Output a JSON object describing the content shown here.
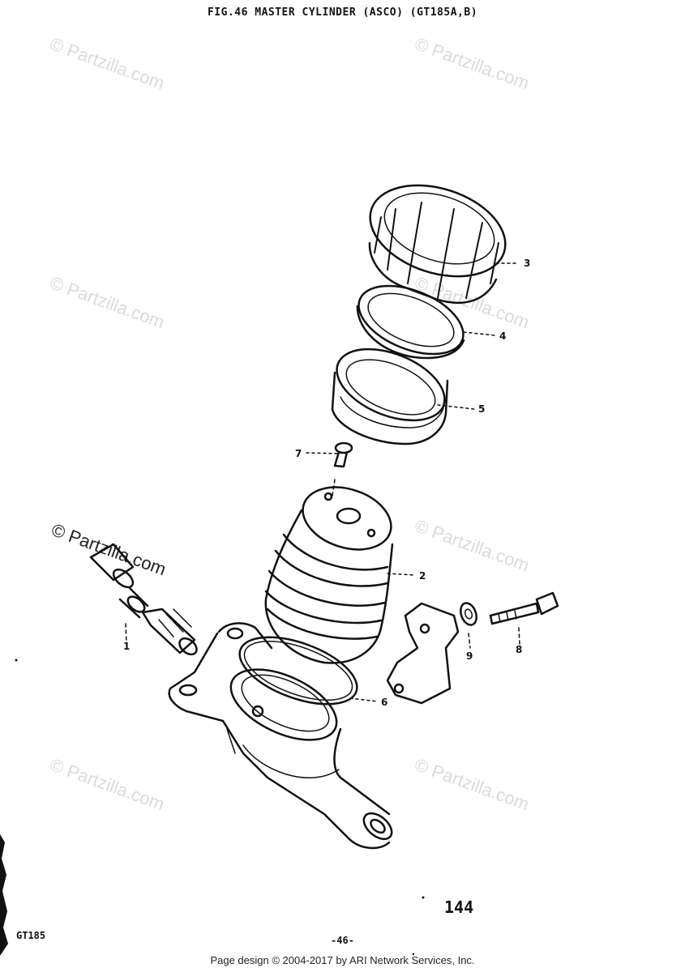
{
  "figure": {
    "title": "FIG.46  MASTER CYLINDER (ASCO) (GT185A,B)",
    "page_number": "144",
    "model": "GT185",
    "page_footer": "-46-"
  },
  "callouts": [
    {
      "id": "part-3",
      "label": "3"
    },
    {
      "id": "part-4",
      "label": "4"
    },
    {
      "id": "part-5",
      "label": "5"
    },
    {
      "id": "part-7",
      "label": "7"
    },
    {
      "id": "part-2",
      "label": "2"
    },
    {
      "id": "part-1",
      "label": "1"
    },
    {
      "id": "part-9",
      "label": "9"
    },
    {
      "id": "part-8",
      "label": "8"
    },
    {
      "id": "part-6",
      "label": "6"
    }
  ],
  "watermarks": [
    "© Partzilla.com",
    "© Partzilla.com",
    "© Partzilla.com",
    "© Partzilla.com",
    "© Partzilla.com",
    "© Partzilla.com",
    "© Partzilla.com",
    "© Partzilla.com"
  ],
  "copyright": "Page design © 2004-2017 by ARI Network Services, Inc."
}
